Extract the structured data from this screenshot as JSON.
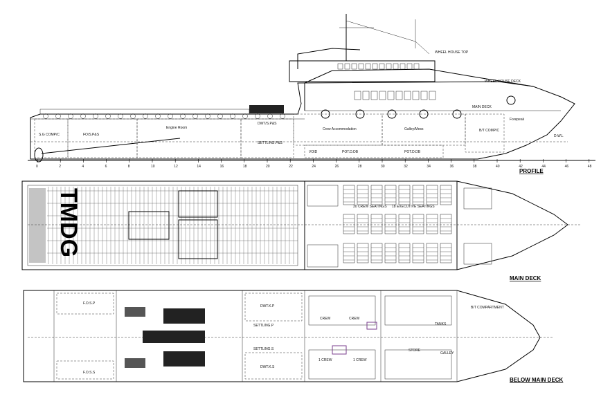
{
  "titles": {
    "profile": "PROFILE",
    "main_deck": "MAIN DECK",
    "below_main_deck": "BELOW MAIN DECK"
  },
  "profile_labels": {
    "wheel_house_top": "WHEEL HOUSE TOP",
    "wheel_house_deck": "WHEEL HOUSE DECK",
    "main_deck": "MAIN DECK",
    "sg_comp": "S.G COMP/C",
    "fo_ps": "FO/S.P&S",
    "engine_room": "Engine Room",
    "dwt_ps": "DWT/S.P&S",
    "settling_ps": "SETTLING.P&S",
    "crew_accommodation": "Crew Accommodation",
    "galley_mess": "Galley/Mess",
    "void": "VOID",
    "potd_db1": "POT.D.DB",
    "potd_db2": "POT.D.DB",
    "bt_comp": "B/T COMP/C",
    "forepeak": "Forepeak",
    "dwl": "D.W.L"
  },
  "scale_ticks": [
    "0",
    "2",
    "4",
    "6",
    "8",
    "10",
    "12",
    "14",
    "16",
    "18",
    "20",
    "22",
    "24",
    "26",
    "28",
    "30",
    "32",
    "34",
    "36",
    "38",
    "40",
    "42",
    "44",
    "46",
    "48"
  ],
  "main_deck_labels": {
    "logo": "TMDG",
    "crew_seatings": "30 CREW SEATINGS",
    "executive_seatings": "18 EXECUTIVE SEATINGS"
  },
  "below_deck_labels": {
    "fo_sp": "F.O.S.P",
    "fo_ss": "F.O.S.S",
    "dwt_ps": "DWT.K.P",
    "dwt_ss": "DWT.K.S",
    "settling_ps": "SETTLING.P",
    "settling_ss": "SETTLING.S",
    "crew1": "CREW",
    "crew2": "CREW",
    "crew3": "1 CREW",
    "crew4": "1 CREW",
    "bt_compartment": "B/T COMPARTMENT",
    "tanks": "TANKS",
    "store": "STORE",
    "galley": "GALLEY"
  },
  "colors": {
    "line": "#000000",
    "background": "#ffffff",
    "accent": "#7a3d8c"
  }
}
